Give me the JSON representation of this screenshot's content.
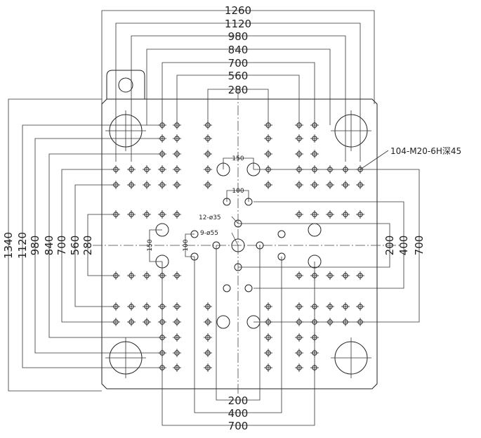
{
  "drawing": {
    "top_dims": [
      "1260",
      "1120",
      "980",
      "840",
      "700",
      "560",
      "280"
    ],
    "left_dims": [
      "1340",
      "1120",
      "980",
      "840",
      "700",
      "560",
      "280"
    ],
    "right_dims": [
      "200",
      "400",
      "700"
    ],
    "bottom_dims": [
      "200",
      "400",
      "700"
    ],
    "inner_dims": {
      "d150_top": "150",
      "d100_top": "100",
      "d150_left": "150",
      "d100_left": "100"
    },
    "callouts": {
      "holes_35": "12-ø35",
      "holes_55": "9-ø55",
      "threaded": "104-M20-6H深45"
    }
  }
}
